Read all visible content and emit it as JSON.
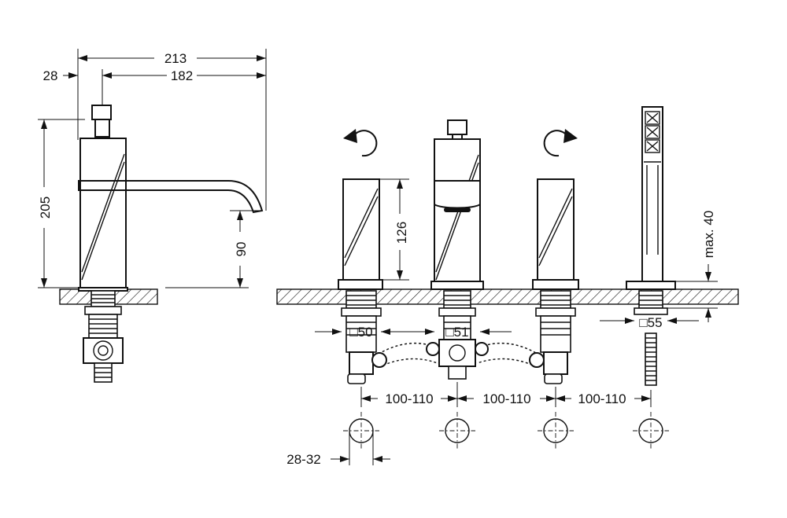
{
  "dimensions": {
    "overall_length": "213",
    "handle_offset": "28",
    "spout_reach": "182",
    "body_height": "205",
    "spout_height": "90",
    "handle_height": "126",
    "max_deck": "max. 40",
    "base_left": "□50",
    "base_center": "□51",
    "base_shower": "□55",
    "spacing_1": "100-110",
    "spacing_2": "100-110",
    "spacing_3": "100-110",
    "hole_diameter": "28-32"
  },
  "icons": {
    "left_rotation": "counterclockwise-arrow-icon",
    "right_rotation": "clockwise-arrow-icon"
  },
  "colors": {
    "line": "#111111",
    "background": "#ffffff"
  }
}
